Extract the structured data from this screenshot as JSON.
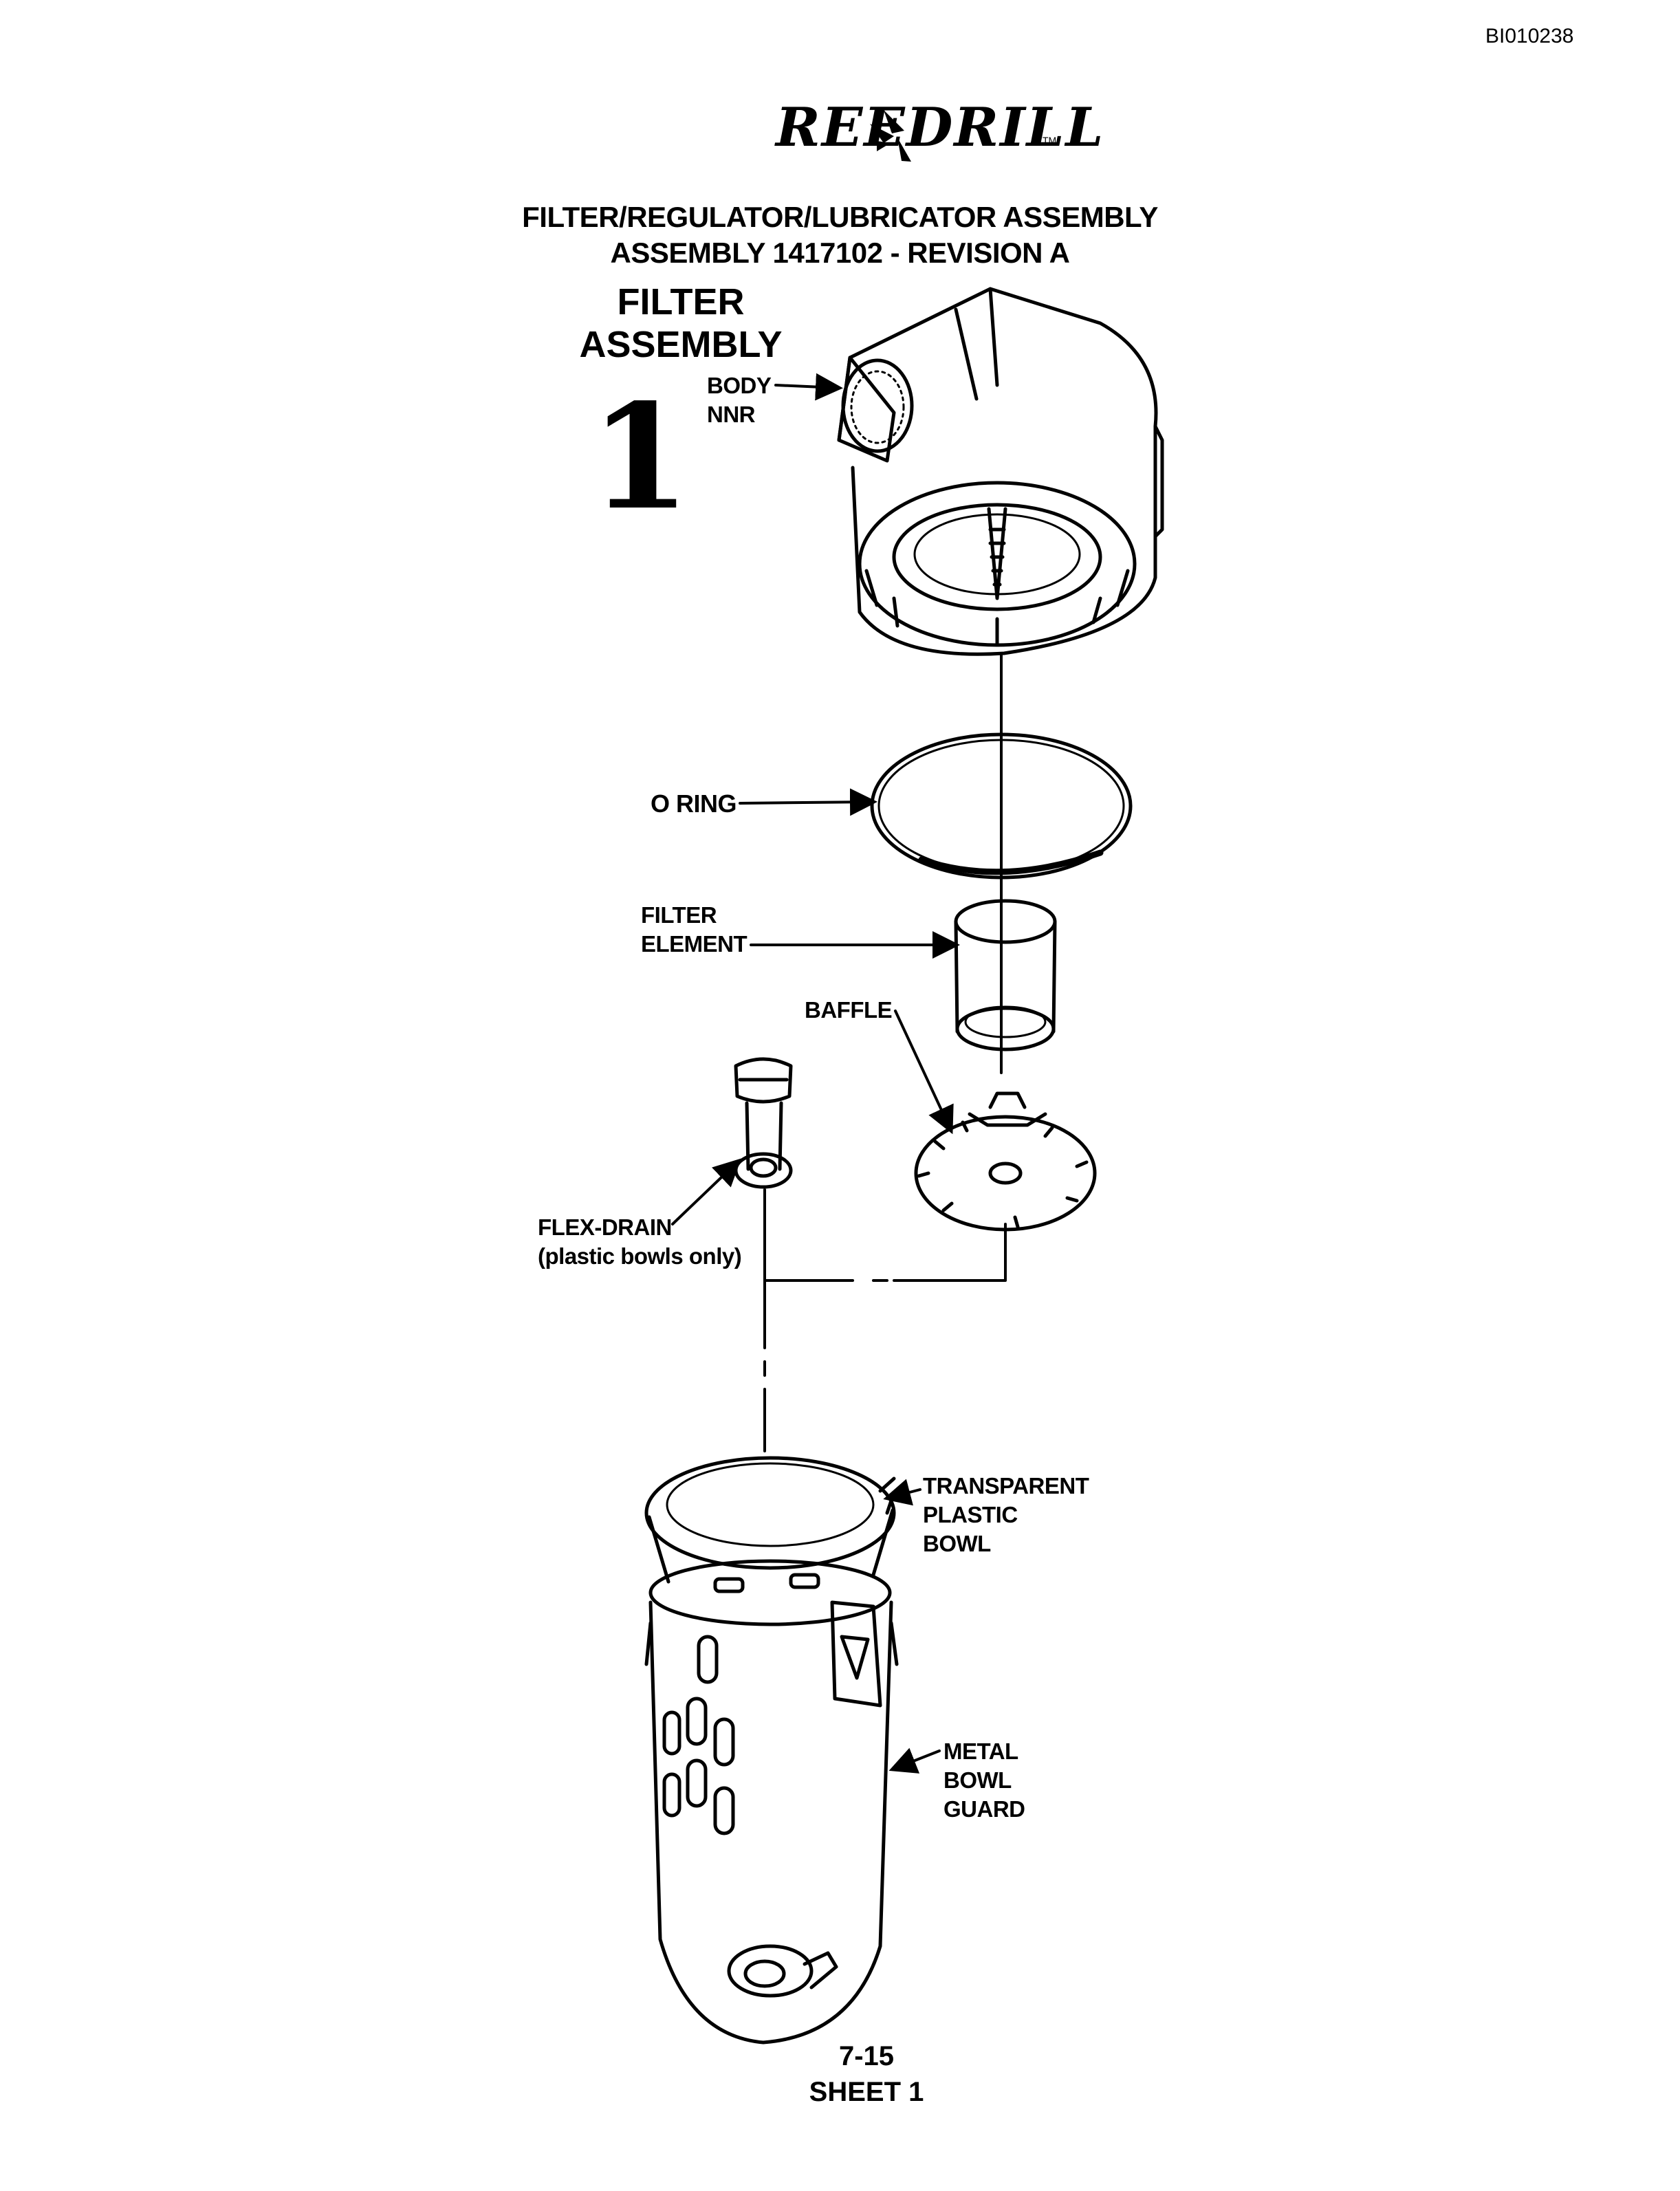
{
  "doc_id": "BI010238",
  "brand": {
    "name": "REEDRILL",
    "trademark": "TM"
  },
  "title": {
    "line1": "FILTER/REGULATOR/LUBRICATOR ASSEMBLY",
    "line2": "ASSEMBLY 1417102 - REVISION A"
  },
  "section": {
    "name_line1": "FILTER",
    "name_line2": "ASSEMBLY",
    "number": "1"
  },
  "callouts": {
    "body": [
      "BODY",
      "NNR"
    ],
    "o_ring": "O RING",
    "filter_element": [
      "FILTER",
      "ELEMENT"
    ],
    "baffle": "BAFFLE",
    "flex_drain": [
      "FLEX-DRAIN",
      "(plastic bowls only)"
    ],
    "bowl": [
      "TRANSPARENT",
      "PLASTIC",
      "BOWL"
    ],
    "bowl_guard": [
      "METAL",
      "BOWL",
      "GUARD"
    ]
  },
  "footer": {
    "page": "7-15",
    "sheet": "SHEET 1"
  }
}
